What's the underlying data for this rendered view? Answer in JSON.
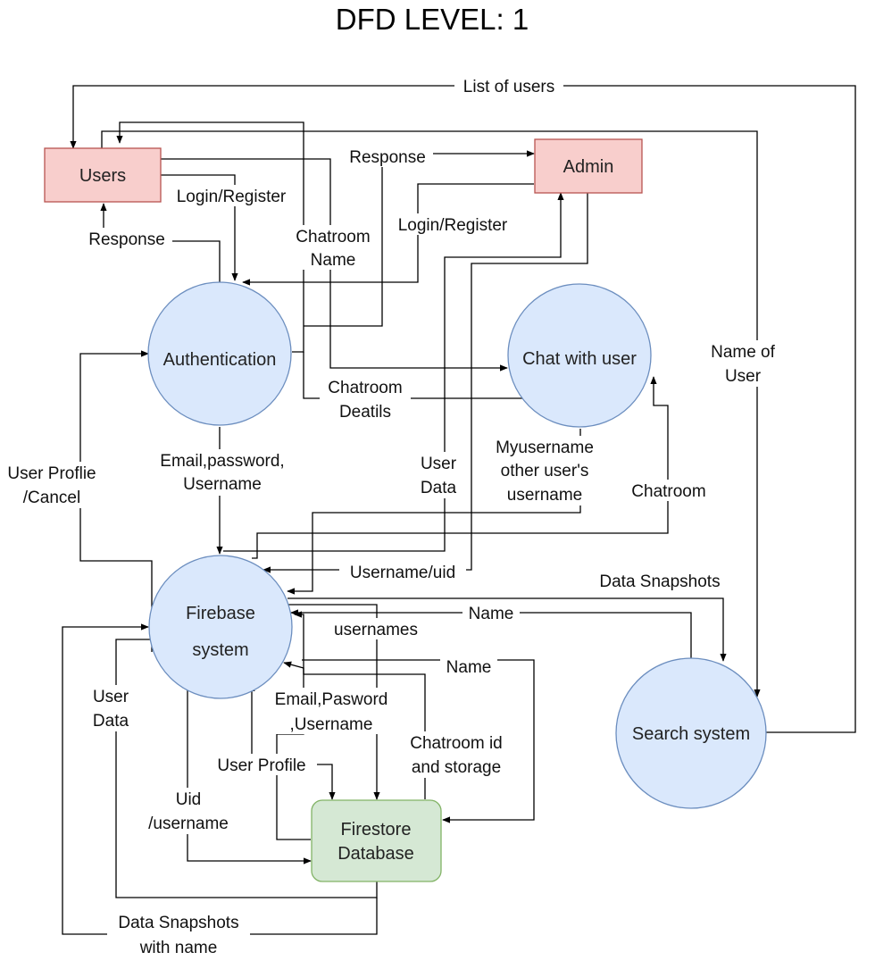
{
  "title": "DFD LEVEL: 1",
  "nodes": {
    "users": "Users",
    "admin": "Admin",
    "authentication": "Authentication",
    "chat_with_user": "Chat with user",
    "firebase_line1": "Firebase",
    "firebase_line2": "system",
    "search_system": "Search system",
    "firestore_line1": "Firestore",
    "firestore_line2": "Database"
  },
  "edge_labels": {
    "list_of_users": "List of users",
    "response_admin": "Response",
    "login_register_users": "Login/Register",
    "response_users": "Response",
    "chatroom_name_1": "Chatroom",
    "chatroom_name_2": "Name",
    "login_register_admin": "Login/Register",
    "name_of_user_1": "Name of",
    "name_of_user_2": "User",
    "chatroom_details_1": "Chatroom",
    "chatroom_details_2": "Deatils",
    "email_password_username_1": "Email,password,",
    "email_password_username_2": "Username",
    "user_profile_cancel_1": "User Proflie",
    "user_profile_cancel_2": "/Cancel",
    "user_data_admin_1": "User",
    "user_data_admin_2": "Data",
    "myusername_1": "Myusername",
    "myusername_2": "other user's",
    "myusername_3": "username",
    "chatroom": "Chatroom",
    "username_uid": "Username/uid",
    "data_snapshots": "Data Snapshots",
    "name_search": "Name",
    "usernames": "usernames",
    "name_firestore": "Name",
    "user_data_left_1": "User",
    "user_data_left_2": "Data",
    "email_pasword_username_1": "Email,Pasword",
    "email_pasword_username_2": ",Username",
    "chatroom_id_storage_1": "Chatroom id",
    "chatroom_id_storage_2": "and storage",
    "user_profile": "User Profile",
    "uid_username_1": "Uid",
    "uid_username_2": "/username",
    "data_snapshots_name_1": "Data Snapshots",
    "data_snapshots_name_2": "with name"
  },
  "colors": {
    "external_entity_fill": "#f8cecc",
    "external_entity_stroke": "#b85450",
    "process_fill": "#dae8fc",
    "process_stroke": "#6c8ebf",
    "datastore_fill": "#d5e8d4",
    "datastore_stroke": "#82b366"
  }
}
